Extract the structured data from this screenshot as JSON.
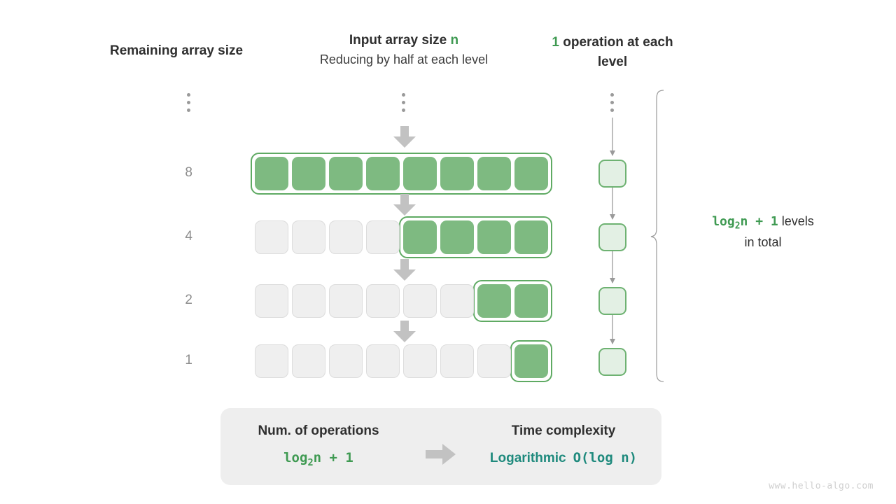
{
  "headers": {
    "left": "Remaining array size",
    "mid_title_pre": "Input array size ",
    "mid_title_var": "n",
    "mid_subtitle": "Reducing by half at each level",
    "right_count": "1",
    "right_text": " operation at each level"
  },
  "rows": [
    {
      "label": "8",
      "total_cells": 8,
      "green_cells": 8,
      "green_start": 0
    },
    {
      "label": "4",
      "total_cells": 8,
      "green_cells": 4,
      "green_start": 4
    },
    {
      "label": "2",
      "total_cells": 8,
      "green_cells": 2,
      "green_start": 6
    },
    {
      "label": "1",
      "total_cells": 8,
      "green_cells": 1,
      "green_start": 7
    }
  ],
  "ellipsis": {
    "label": "vertical-ellipsis",
    "columns": [
      "row-label-column",
      "array-column",
      "operation-column"
    ]
  },
  "annotation": {
    "formula": "log₂n + 1",
    "formula_base": "log",
    "formula_sub": "2",
    "formula_rest": "n + 1",
    "text_line1": " levels",
    "text_line2": "in total"
  },
  "summary": {
    "left_title": "Num. of operations",
    "left_value_base": "log",
    "left_value_sub": "2",
    "left_value_rest": "n + 1",
    "arrow": "right-arrow",
    "right_title": "Time complexity",
    "right_value_word": "Logarithmic",
    "right_value_code": "O(log n)"
  },
  "watermark": "www.hello-algo.com",
  "colors": {
    "green_fill": "#7eba81",
    "green_border": "#5faa63",
    "green_text": "#3f9a52",
    "gray_cell": "#efefef",
    "gray_border": "#dcdcdc",
    "op_fill": "#e3f0e4",
    "op_border": "#6eb272",
    "teal": "#1f8a7d",
    "arrow_gray": "#c2c2c2",
    "box_bg": "#eeeeee"
  },
  "chart_data": {
    "type": "diagram",
    "title": "Logarithmic time complexity - array halving",
    "levels": [
      {
        "level": 1,
        "remaining": 8,
        "operations": 1
      },
      {
        "level": 2,
        "remaining": 4,
        "operations": 1
      },
      {
        "level": 3,
        "remaining": 2,
        "operations": 1
      },
      {
        "level": 4,
        "remaining": 1,
        "operations": 1
      }
    ],
    "total_levels_formula": "log2(n) + 1",
    "operations_formula": "log2(n) + 1",
    "complexity": "O(log n)"
  }
}
